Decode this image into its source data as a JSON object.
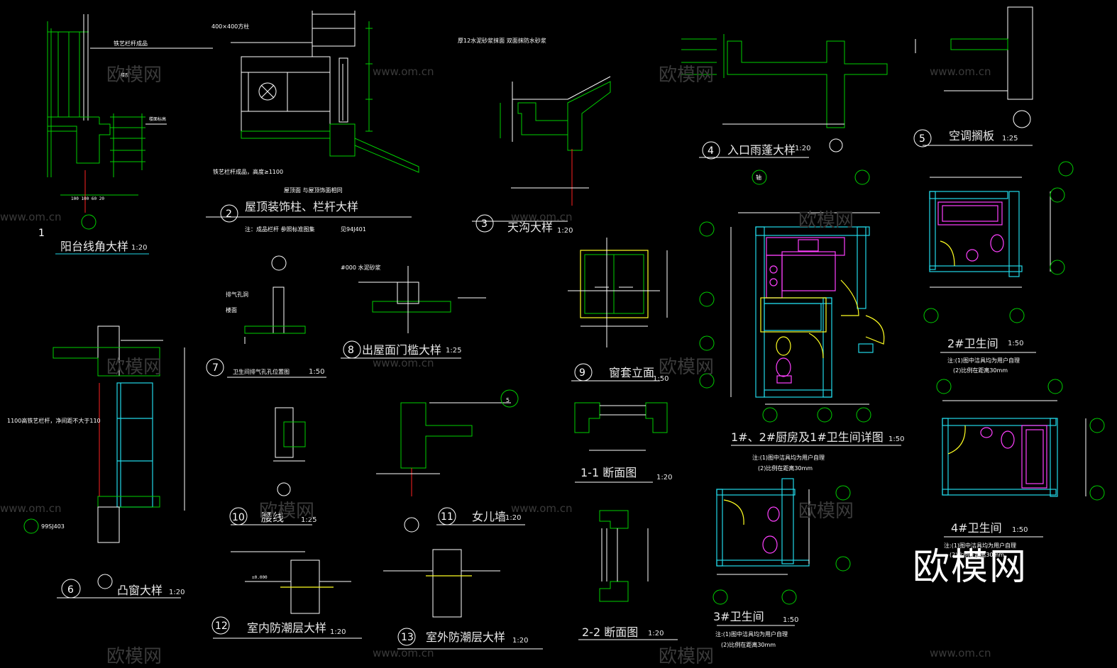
{
  "details": [
    {
      "id": "d1",
      "num": "1",
      "title": "阳台线角大样",
      "scale": "1:20"
    },
    {
      "id": "d2",
      "num": "2",
      "title": "屋顶装饰柱、栏杆大样",
      "scale": ""
    },
    {
      "id": "d3",
      "num": "3",
      "title": "天沟大样",
      "scale": "1:20"
    },
    {
      "id": "d4",
      "num": "4",
      "title": "入口雨蓬大样",
      "scale": "1:20"
    },
    {
      "id": "d5",
      "num": "5",
      "title": "空调搁板",
      "scale": "1:25"
    },
    {
      "id": "d6",
      "num": "6",
      "title": "凸窗大样",
      "scale": "1:20"
    },
    {
      "id": "d7",
      "num": "7",
      "title": "卫生间排气孔孔位置图",
      "scale": "1:50"
    },
    {
      "id": "d8",
      "num": "8",
      "title": "出屋面门槛大样",
      "scale": "1:25"
    },
    {
      "id": "d9",
      "num": "9",
      "title": "窗套立面",
      "scale": "1:50"
    },
    {
      "id": "d10",
      "num": "10",
      "title": "腰线",
      "scale": "1:25"
    },
    {
      "id": "d11",
      "num": "11",
      "title": "女儿墙",
      "scale": "1:20"
    },
    {
      "id": "d12",
      "num": "12",
      "title": "室内防潮层大样",
      "scale": "1:20"
    },
    {
      "id": "d13",
      "num": "13",
      "title": "室外防潮层大样",
      "scale": "1:20"
    }
  ],
  "plans": [
    {
      "id": "p_kitchen",
      "title": "1#、2#厨房及1#卫生间详图",
      "scale": "1:50",
      "notes": [
        "注:(1)图中洁具均为用户自理",
        "(2)比例在距离30mm"
      ]
    },
    {
      "id": "p_bath2",
      "title": "2#卫生间",
      "scale": "1:50",
      "notes": [
        "注:(1)图中洁具均为用户自理",
        "(2)比例在距离30mm"
      ]
    },
    {
      "id": "p_bath4",
      "title": "4#卫生间",
      "scale": "1:50",
      "notes": [
        "注:(1)图中洁具均为用户自理",
        "(2)比例在距离30mm"
      ]
    },
    {
      "id": "p_bath3",
      "title": "3#卫生间",
      "scale": "1:50",
      "notes": [
        "注:(1)图中洁具均为用户自理",
        "(2)比例在距离30mm"
      ]
    }
  ],
  "sections": [
    {
      "id": "s11",
      "title": "1-1  断面图",
      "scale": "1:20"
    },
    {
      "id": "s22",
      "title": "2-2  断面图",
      "scale": "1:20"
    }
  ],
  "annotations": {
    "d2_size": "400×400方柱",
    "d2_note": "注：成品栏杆  参照标准图集",
    "d2_ref": "见94J401",
    "d2_note_a": "铁艺栏杆成品，高度≥1100",
    "d2_note_b": "屋顶面  与屋顶饰面相同",
    "d6_ref": "99SJ403",
    "d6_note": "1100高铁艺栏杆，净间距不大于110",
    "d8_note": "#000 水泥砂浆",
    "d3_note": "厚12水泥砂浆抹面  双面抹防水砂浆",
    "d5_circle": "5",
    "d7_label_a": "排气孔洞",
    "d7_label_b": "楼面",
    "axis_label": "轴",
    "level": "±0.000"
  },
  "watermark": {
    "text": "欧模网",
    "url": "www.om.cn",
    "brand": "欧模网"
  },
  "colors": {
    "background": "#000000",
    "green": "#00d000",
    "cyan": "#22d8e8",
    "magenta": "#ff40ff",
    "yellow": "#ffff22",
    "red": "#ff2222",
    "white": "#ffffff"
  }
}
